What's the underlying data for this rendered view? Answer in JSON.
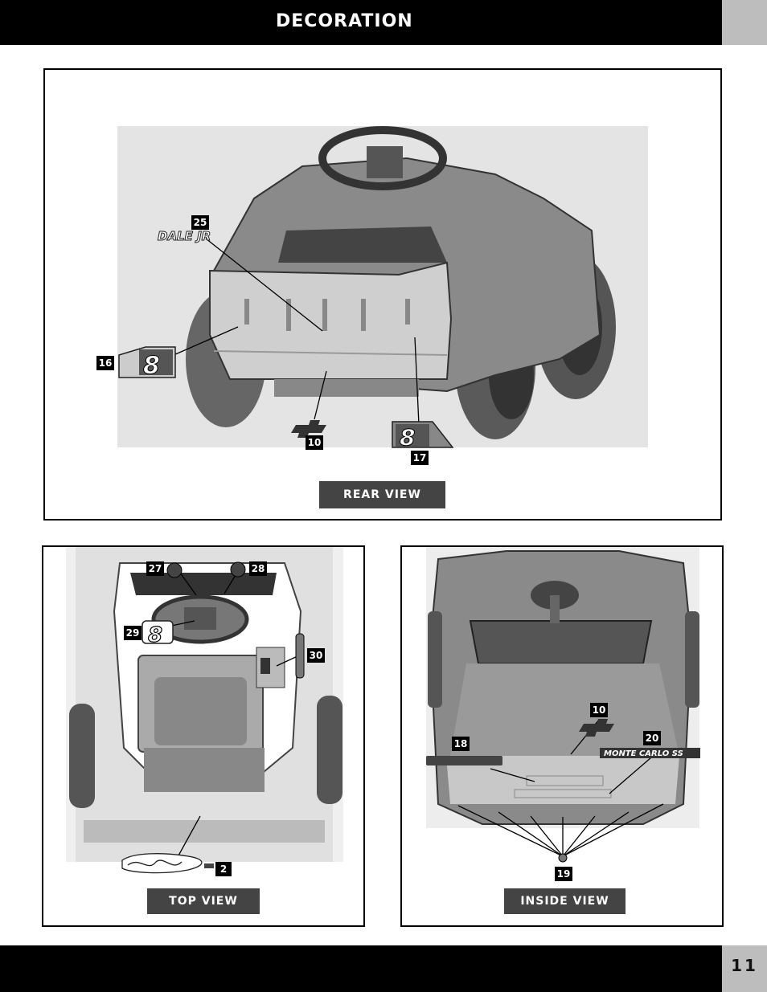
{
  "header": {
    "title": "DECORATION"
  },
  "footer": {
    "page_number": "11"
  },
  "rear_view": {
    "label": "REAR VIEW",
    "callouts": {
      "c25": "25",
      "c16": "16",
      "c10": "10",
      "c17": "17"
    },
    "decals": {
      "dale_jr": "DALE JR",
      "number": "8"
    }
  },
  "top_view": {
    "label": "TOP VIEW",
    "callouts": {
      "c27": "27",
      "c28": "28",
      "c29": "29",
      "c30": "30",
      "c2": "2"
    },
    "decals": {
      "number": "8"
    }
  },
  "inside_view": {
    "label": "INSIDE VIEW",
    "callouts": {
      "c10": "10",
      "c18": "18",
      "c20": "20",
      "c19": "19"
    },
    "decals": {
      "monte_carlo": "MONTE CARLO SS"
    }
  }
}
